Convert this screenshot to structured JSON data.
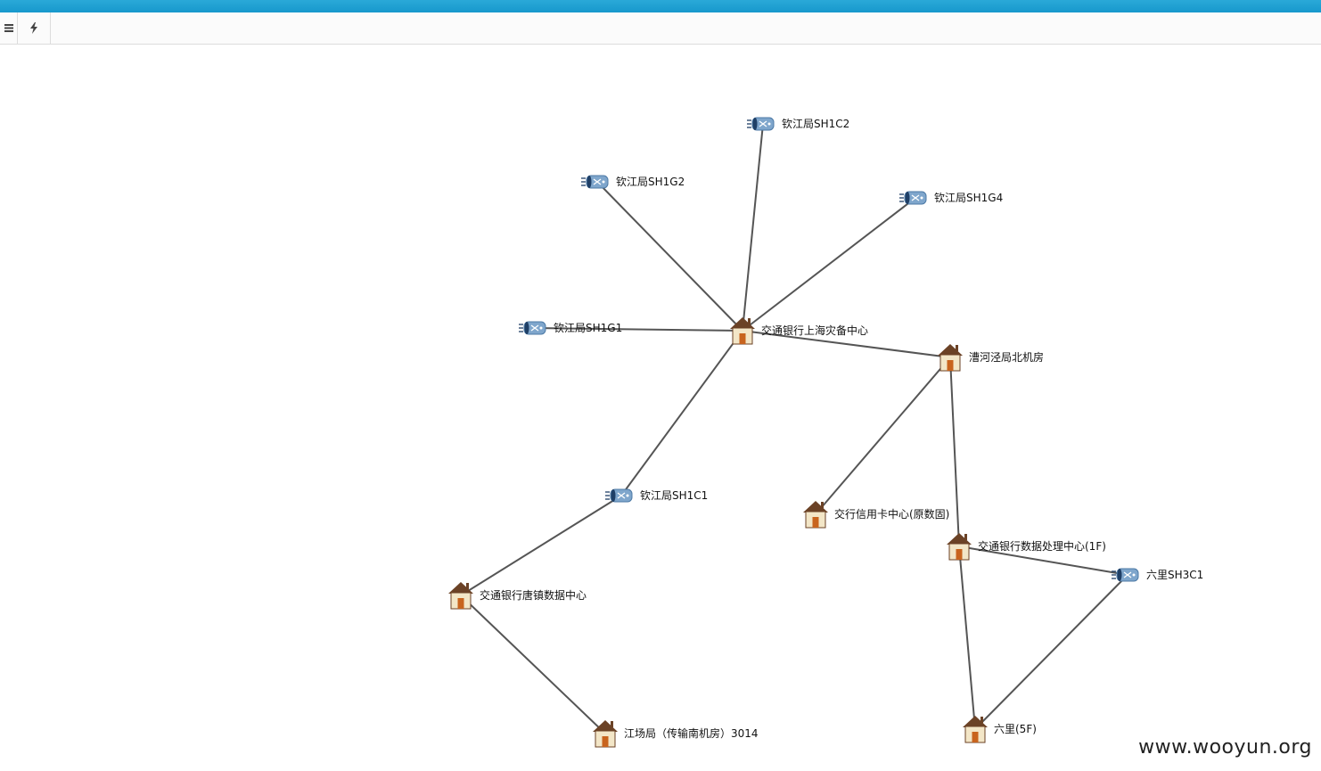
{
  "toolbar": {
    "menu_icon": "menu-icon",
    "action_icon": "lightning-icon"
  },
  "colors": {
    "topbar": "#1da1d4",
    "link": "#555555",
    "router_body": "#7fa6cc",
    "house_roof": "#6b4226",
    "house_door": "#c8641e"
  },
  "nodes": [
    {
      "id": "sh1c2",
      "label": "钦江局SH1C2",
      "type": "router"
    },
    {
      "id": "sh1g2",
      "label": "钦江局SH1G2",
      "type": "router"
    },
    {
      "id": "sh1g4",
      "label": "钦江局SH1G4",
      "type": "router"
    },
    {
      "id": "sh1g1",
      "label": "钦江局SH1G1",
      "type": "router"
    },
    {
      "id": "dr",
      "label": "交通银行上海灾备中心",
      "type": "site"
    },
    {
      "id": "chb",
      "label": "漕河泾局北机房",
      "type": "site"
    },
    {
      "id": "sh1c1",
      "label": "钦江局SH1C1",
      "type": "router"
    },
    {
      "id": "card",
      "label": "交行信用卡中心(原数固)",
      "type": "site"
    },
    {
      "id": "dpc",
      "label": "交通银行数据处理中心(1F)",
      "type": "site"
    },
    {
      "id": "sh3c1",
      "label": "六里SH3C1",
      "type": "router"
    },
    {
      "id": "tz",
      "label": "交通银行唐镇数据中心",
      "type": "site"
    },
    {
      "id": "jc",
      "label": "江场局（传输南机房）3014",
      "type": "site"
    },
    {
      "id": "ll5f",
      "label": "六里(5F)",
      "type": "site"
    }
  ],
  "links": [
    [
      "dr",
      "sh1c2"
    ],
    [
      "dr",
      "sh1g2"
    ],
    [
      "dr",
      "sh1g4"
    ],
    [
      "dr",
      "sh1g1"
    ],
    [
      "dr",
      "chb"
    ],
    [
      "dr",
      "sh1c1"
    ],
    [
      "chb",
      "card"
    ],
    [
      "chb",
      "dpc"
    ],
    [
      "dpc",
      "sh3c1"
    ],
    [
      "dpc",
      "ll5f"
    ],
    [
      "sh3c1",
      "ll5f"
    ],
    [
      "sh1c1",
      "tz"
    ],
    [
      "tz",
      "jc"
    ]
  ],
  "watermark": "www.wooyun.org"
}
